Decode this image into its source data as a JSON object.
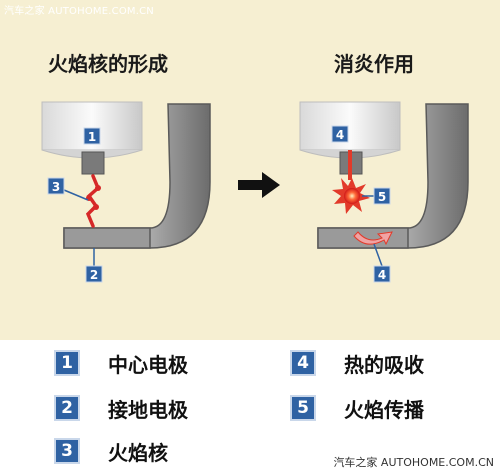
{
  "watermark_top": "汽车之家  AUTOHOME.COM.CN",
  "watermark_bottom": "汽车之家  AUTOHOME.COM.CN",
  "left_title": "火焰核的形成",
  "right_title": "消炎作用",
  "callouts_left": [
    "1",
    "3",
    "2"
  ],
  "callouts_right": [
    "4",
    "5",
    "4"
  ],
  "legend": [
    {
      "num": "1",
      "label": "中心电极"
    },
    {
      "num": "2",
      "label": "接地电极"
    },
    {
      "num": "3",
      "label": "火焰核"
    },
    {
      "num": "4",
      "label": "热的吸收"
    },
    {
      "num": "5",
      "label": "火焰传播"
    }
  ],
  "colors": {
    "background_top": "#f6efd2",
    "badge": "#2f62a3",
    "arrow": "#111111",
    "flame": "#e23a2a"
  }
}
